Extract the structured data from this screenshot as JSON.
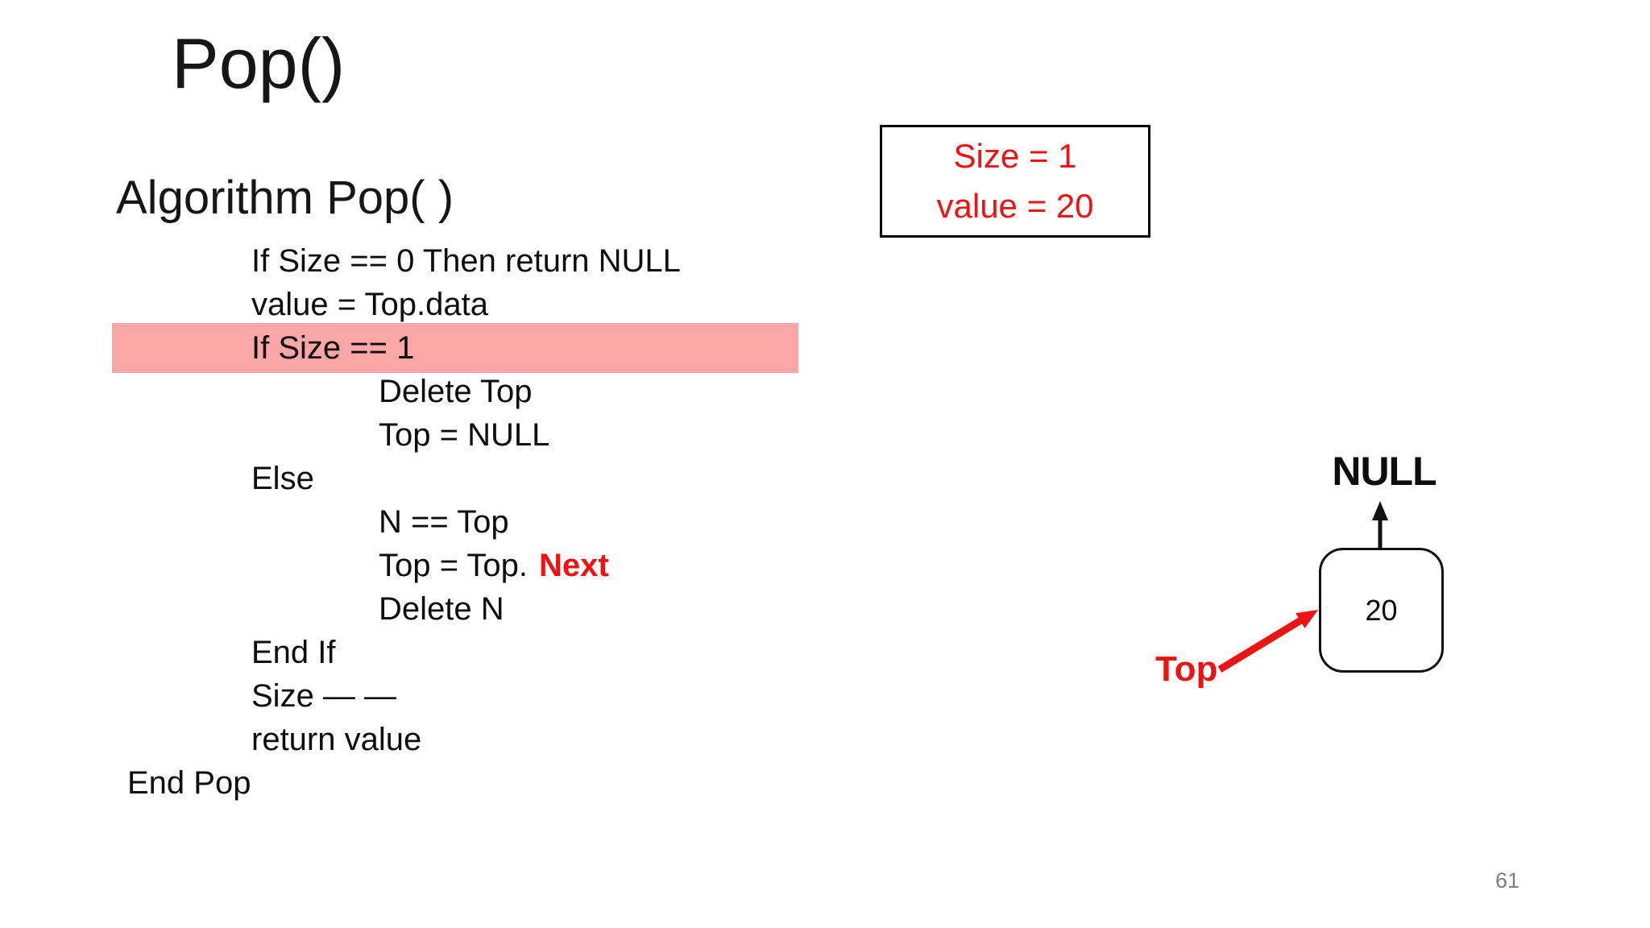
{
  "slide": {
    "title": "Pop()",
    "page_number": "61"
  },
  "algorithm": {
    "heading": "Algorithm Pop( )",
    "lines": [
      {
        "text": "If Size == 0 Then return NULL",
        "indent": 1
      },
      {
        "text": "value = Top.data",
        "indent": 1
      },
      {
        "text": "If Size == 1",
        "indent": 1,
        "highlighted": true
      },
      {
        "text": "Delete Top",
        "indent": 2
      },
      {
        "text": "Top = NULL",
        "indent": 2
      },
      {
        "text": "Else",
        "indent": 1
      },
      {
        "text": "N == Top",
        "indent": 2
      },
      {
        "text": "Top = Top.",
        "red_suffix": "Next",
        "indent": 2
      },
      {
        "text": "Delete N",
        "indent": 2
      },
      {
        "text": "End If",
        "indent": 1
      },
      {
        "text": "Size — —",
        "indent": 1
      },
      {
        "text": "return value",
        "indent": 1
      },
      {
        "text": "End Pop",
        "indent": 0
      }
    ]
  },
  "state_box": {
    "size_line": "Size = 1",
    "value_line": "value = 20"
  },
  "diagram": {
    "null_label": "NULL",
    "node_value": "20",
    "top_label": "Top"
  },
  "colors": {
    "red": "#EC1313",
    "highlight_pink": "#FBA7A7",
    "ink_black": "#111111",
    "page_gray": "#7F7F7F",
    "background": "#FFFFFF"
  }
}
